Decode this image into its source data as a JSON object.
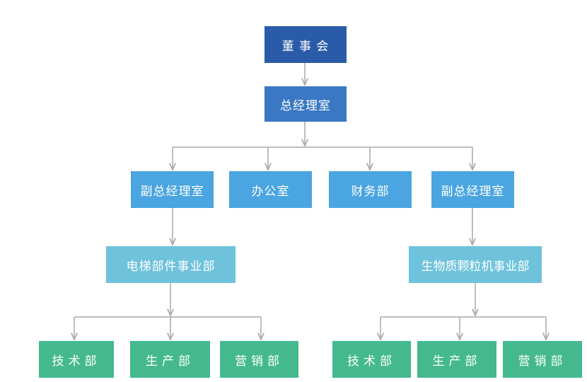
{
  "org_chart": {
    "root": {
      "label": "董 事 会"
    },
    "gm_office": {
      "label": "总经理室"
    },
    "level3": [
      {
        "label": "副总经理室"
      },
      {
        "label": "办公室"
      },
      {
        "label": "财务部"
      },
      {
        "label": "副总经理室"
      }
    ],
    "divisions": [
      {
        "label": "电梯部件事业部"
      },
      {
        "label": "生物质颗粒机事业部"
      }
    ],
    "elevator_depts": [
      {
        "label": "技术部"
      },
      {
        "label": "生产部"
      },
      {
        "label": "营销部"
      }
    ],
    "biomass_depts": [
      {
        "label": "技术部"
      },
      {
        "label": "生产部"
      },
      {
        "label": "营销部"
      }
    ]
  },
  "colors": {
    "level1": "#2a5ba8",
    "level2": "#3a78c4",
    "level3": "#4aa5e0",
    "level4": "#6ec2db",
    "level5": "#45b98e",
    "connector": "#a8a8a8"
  }
}
